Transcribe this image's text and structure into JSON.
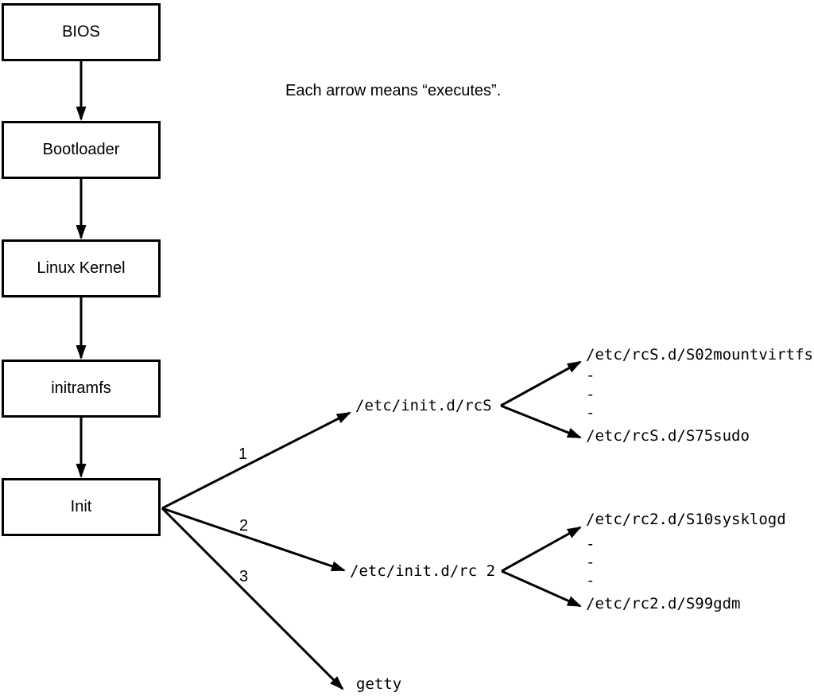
{
  "caption": "Each arrow means “executes”.",
  "chain": [
    {
      "label": "BIOS"
    },
    {
      "label": "Bootloader"
    },
    {
      "label": "Linux Kernel"
    },
    {
      "label": "initramfs"
    },
    {
      "label": "Init"
    }
  ],
  "init_branches": [
    {
      "order": "1",
      "target": "/etc/init.d/rcS"
    },
    {
      "order": "2",
      "target": "/etc/init.d/rc 2"
    },
    {
      "order": "3",
      "target": "getty"
    }
  ],
  "rcs_children": [
    "/etc/rcS.d/S02mountvirtfs",
    "-",
    "-",
    "-",
    "/etc/rcS.d/S75sudo"
  ],
  "rc2_children": [
    "/etc/rc2.d/S10sysklogd",
    "-",
    "-",
    "-",
    "/etc/rc2.d/S99gdm"
  ],
  "colors": {
    "line": "#000000",
    "background": "#ffffff",
    "box_fill": "#ffffff"
  }
}
